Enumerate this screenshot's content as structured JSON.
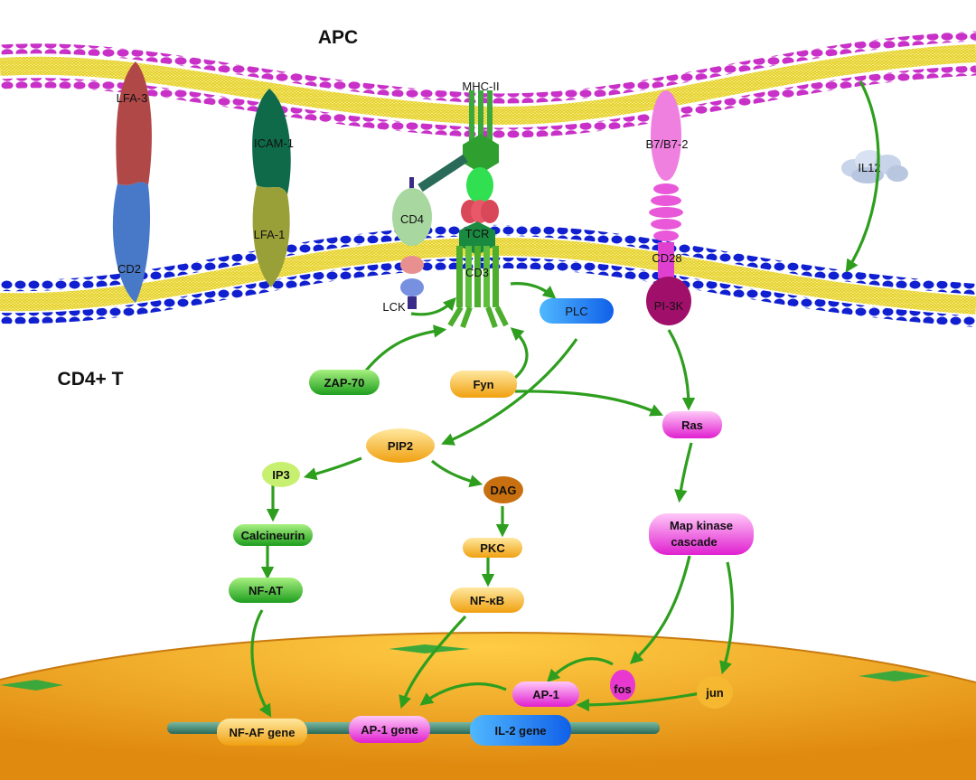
{
  "regions": {
    "apc": "APC",
    "t_cell": "CD4+ T"
  },
  "membrane_proteins": {
    "lfa3": "LFA-3",
    "cd2": "CD2",
    "icam1": "ICAM-1",
    "lfa1": "LFA-1",
    "mhc2": "MHC-II",
    "cd4": "CD4",
    "tcr": "TCR",
    "cd3": "CD3",
    "lck": "LCK",
    "b7": "B7/B7-2",
    "cd28": "CD28",
    "pi3k": "PI-3K",
    "il12": "IL12"
  },
  "signaling": {
    "plc": "PLC",
    "zap70": "ZAP-70",
    "fyn": "Fyn",
    "ras": "Ras",
    "pip2": "PIP2",
    "ip3": "IP3",
    "dag": "DAG",
    "calcineurin": "Calcineurin",
    "pkc": "PKC",
    "nfat": "NF-AT",
    "nfkb": "NF-κB",
    "mapk_line1": "Map kinase",
    "mapk_line2": "cascade"
  },
  "nucleus": {
    "fos": "fos",
    "jun": "jun",
    "ap1": "AP-1",
    "nfaf_gene": "NF-AF gene",
    "ap1_gene": "AP-1 gene",
    "il2_gene": "IL-2 gene"
  },
  "colors": {
    "arrow": "#2e9e1e",
    "lipid_head_apc": "#c830c8",
    "lipid_head_t": "#1020d0",
    "lipid_tail": "#f0e020",
    "nucleus": "#f2a623"
  }
}
